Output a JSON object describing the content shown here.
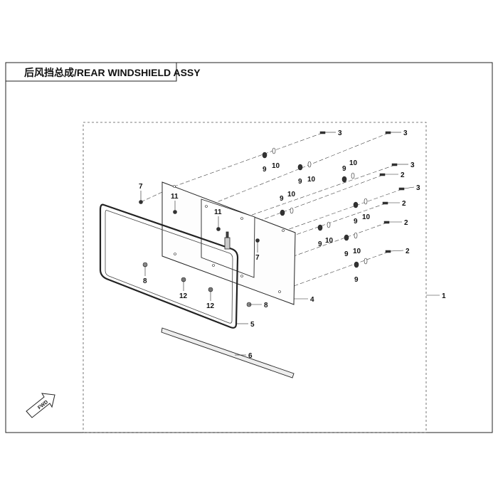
{
  "title": "后风挡总成/REAR WINDSHIELD ASSY",
  "fwd_label": "FWD",
  "callouts": [
    {
      "id": "c1",
      "label": "1"
    },
    {
      "id": "c2a",
      "label": "2"
    },
    {
      "id": "c2b",
      "label": "2"
    },
    {
      "id": "c2c",
      "label": "2"
    },
    {
      "id": "c2d",
      "label": "2"
    },
    {
      "id": "c3a",
      "label": "3"
    },
    {
      "id": "c3b",
      "label": "3"
    },
    {
      "id": "c3c",
      "label": "3"
    },
    {
      "id": "c3d",
      "label": "3"
    },
    {
      "id": "c4",
      "label": "4"
    },
    {
      "id": "c5",
      "label": "5"
    },
    {
      "id": "c6",
      "label": "6"
    },
    {
      "id": "c7a",
      "label": "7"
    },
    {
      "id": "c7b",
      "label": "7"
    },
    {
      "id": "c8a",
      "label": "8"
    },
    {
      "id": "c8b",
      "label": "8"
    },
    {
      "id": "c9a",
      "label": "9"
    },
    {
      "id": "c9b",
      "label": "9"
    },
    {
      "id": "c9c",
      "label": "9"
    },
    {
      "id": "c9d",
      "label": "9"
    },
    {
      "id": "c9e",
      "label": "9"
    },
    {
      "id": "c9f",
      "label": "9"
    },
    {
      "id": "c9g",
      "label": "9"
    },
    {
      "id": "c9h",
      "label": "9"
    },
    {
      "id": "c10a",
      "label": "10"
    },
    {
      "id": "c10b",
      "label": "10"
    },
    {
      "id": "c10c",
      "label": "10"
    },
    {
      "id": "c10d",
      "label": "10"
    },
    {
      "id": "c10e",
      "label": "10"
    },
    {
      "id": "c10f",
      "label": "10"
    },
    {
      "id": "c10g",
      "label": "10"
    },
    {
      "id": "c11a",
      "label": "11"
    },
    {
      "id": "c11b",
      "label": "11"
    },
    {
      "id": "c12a",
      "label": "12"
    },
    {
      "id": "c12b",
      "label": "12"
    }
  ]
}
